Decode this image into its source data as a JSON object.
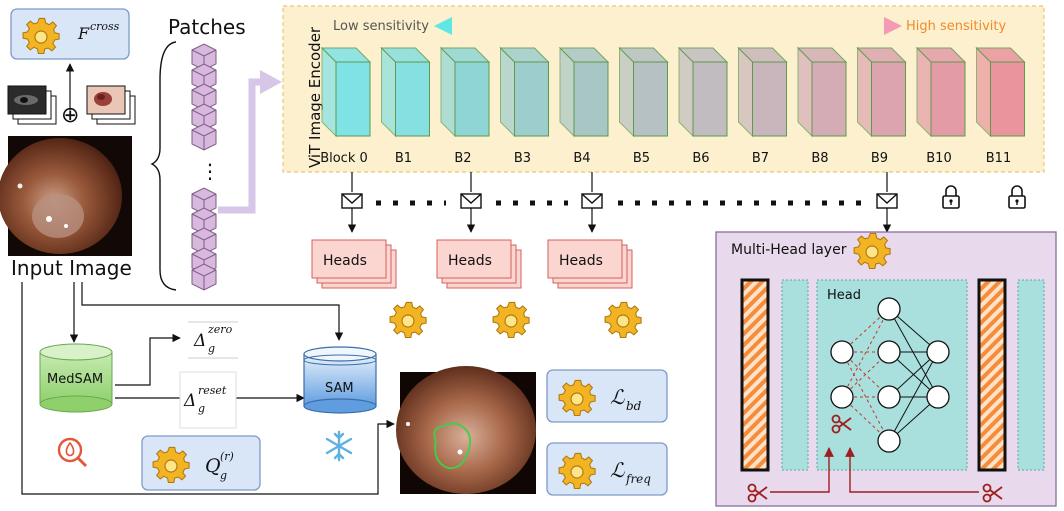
{
  "labels": {
    "patches": "Patches",
    "input_image": "Input Image",
    "vit_encoder": "ViT Image Encoder",
    "low_sensitivity": "Low sensitivity",
    "high_sensitivity": "High sensitivity",
    "medsam": "MedSAM",
    "sam": "SAM",
    "multi_head_layer": "Multi-Head layer",
    "head": "Head",
    "heads": [
      "Heads",
      "Heads",
      "Heads"
    ],
    "f_cross": "F",
    "f_cross_sup": "cross",
    "delta_zero": "Δ",
    "delta_zero_sub": "g",
    "delta_zero_sup": "zero",
    "delta_reset": "Δ",
    "delta_reset_sub": "g",
    "delta_reset_sup": "reset",
    "q_g": "Q",
    "q_g_sub": "g",
    "q_g_sup": "(r)",
    "loss_bd": "ℒ",
    "loss_bd_sub": "bd",
    "loss_freq": "ℒ",
    "loss_freq_sub": "freq",
    "plus": "⊕",
    "dots": "⋮"
  },
  "blocks": [
    "Block 0",
    "B1",
    "B2",
    "B3",
    "B4",
    "B5",
    "B6",
    "B7",
    "B8",
    "B9",
    "B10",
    "B11"
  ],
  "block_colors": [
    "#7fe3e6",
    "#86dfe0",
    "#8fd5d6",
    "#9ecdcd",
    "#a8c6c4",
    "#b5c1c2",
    "#c0bcc0",
    "#c9b5bc",
    "#d3acb5",
    "#dca4ae",
    "#e39ca6",
    "#ea959e"
  ],
  "colors": {
    "encoder_bg": "#fdf0cf",
    "encoder_border": "#e8c873",
    "heads_fill": "#fbd5d0",
    "heads_border": "#d5605b",
    "blue_box": "#d8e6f8",
    "blue_border": "#7d9bc7",
    "purple_panel": "#e8d9ec",
    "purple_border": "#8c6c9e",
    "teal": "#a9dfdc",
    "orange": "#f58c3b",
    "medsam": "#a9dc8e",
    "sam": "#8cb9ea",
    "gear": "#f3b424",
    "patch": "#d9b8dd",
    "patch_border": "#7b5a86",
    "dark_red": "#9e1f1f",
    "low_text": "#555555",
    "high_text": "#f08a2a"
  },
  "icons": [
    "gear-icon",
    "lock-icon",
    "envelope-icon",
    "snowflake-icon",
    "flame-search-icon",
    "scissors-icon",
    "plus-circle-icon"
  ]
}
